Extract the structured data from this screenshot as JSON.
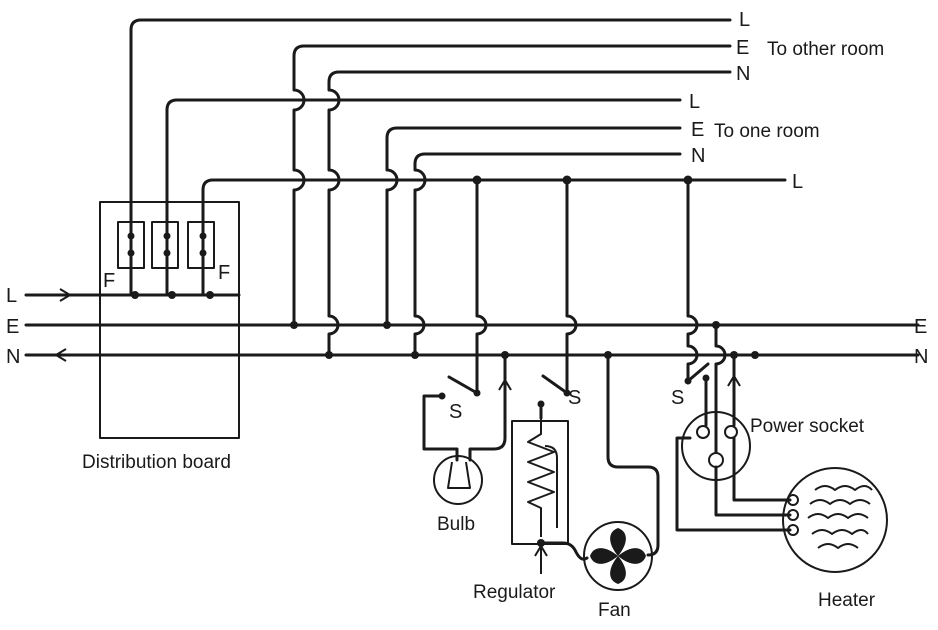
{
  "labels": {
    "distribution_board": "Distribution board",
    "fuse": "F",
    "switch": "S",
    "live": "L",
    "earth": "E",
    "neutral": "N",
    "to_other_room": "To other room",
    "to_one_room": "To one room",
    "power_socket": "Power socket",
    "bulb": "Bulb",
    "regulator": "Regulator",
    "fan": "Fan",
    "heater": "Heater"
  },
  "colors": {
    "ink": "#1a1a1a",
    "background": "#ffffff"
  }
}
